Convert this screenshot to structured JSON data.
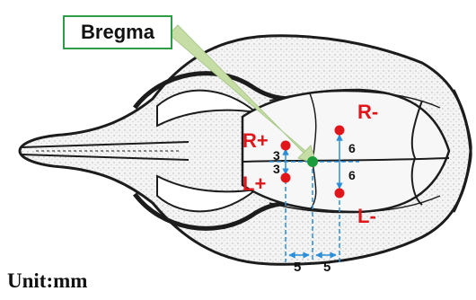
{
  "callout": {
    "label": "Bregma"
  },
  "unit": {
    "label": "Unit:mm"
  },
  "sites": {
    "right_plus": "R+",
    "left_plus": "L+",
    "right_minus": "R-",
    "left_minus": "L-"
  },
  "offsets": {
    "anterior_lateral_up": "3",
    "anterior_lateral_down": "3",
    "posterior_lateral_up": "6",
    "posterior_lateral_down": "6",
    "anterior_ap": "5",
    "posterior_ap": "5"
  },
  "colors": {
    "site_marker": "#e0161b",
    "bregma_marker": "#1a9c3c",
    "callout_arrow": "#c6dea6",
    "callout_border": "#2e9e44",
    "dimension_lines": "#2a8fd8",
    "skull_outline": "#1c1c1c"
  }
}
